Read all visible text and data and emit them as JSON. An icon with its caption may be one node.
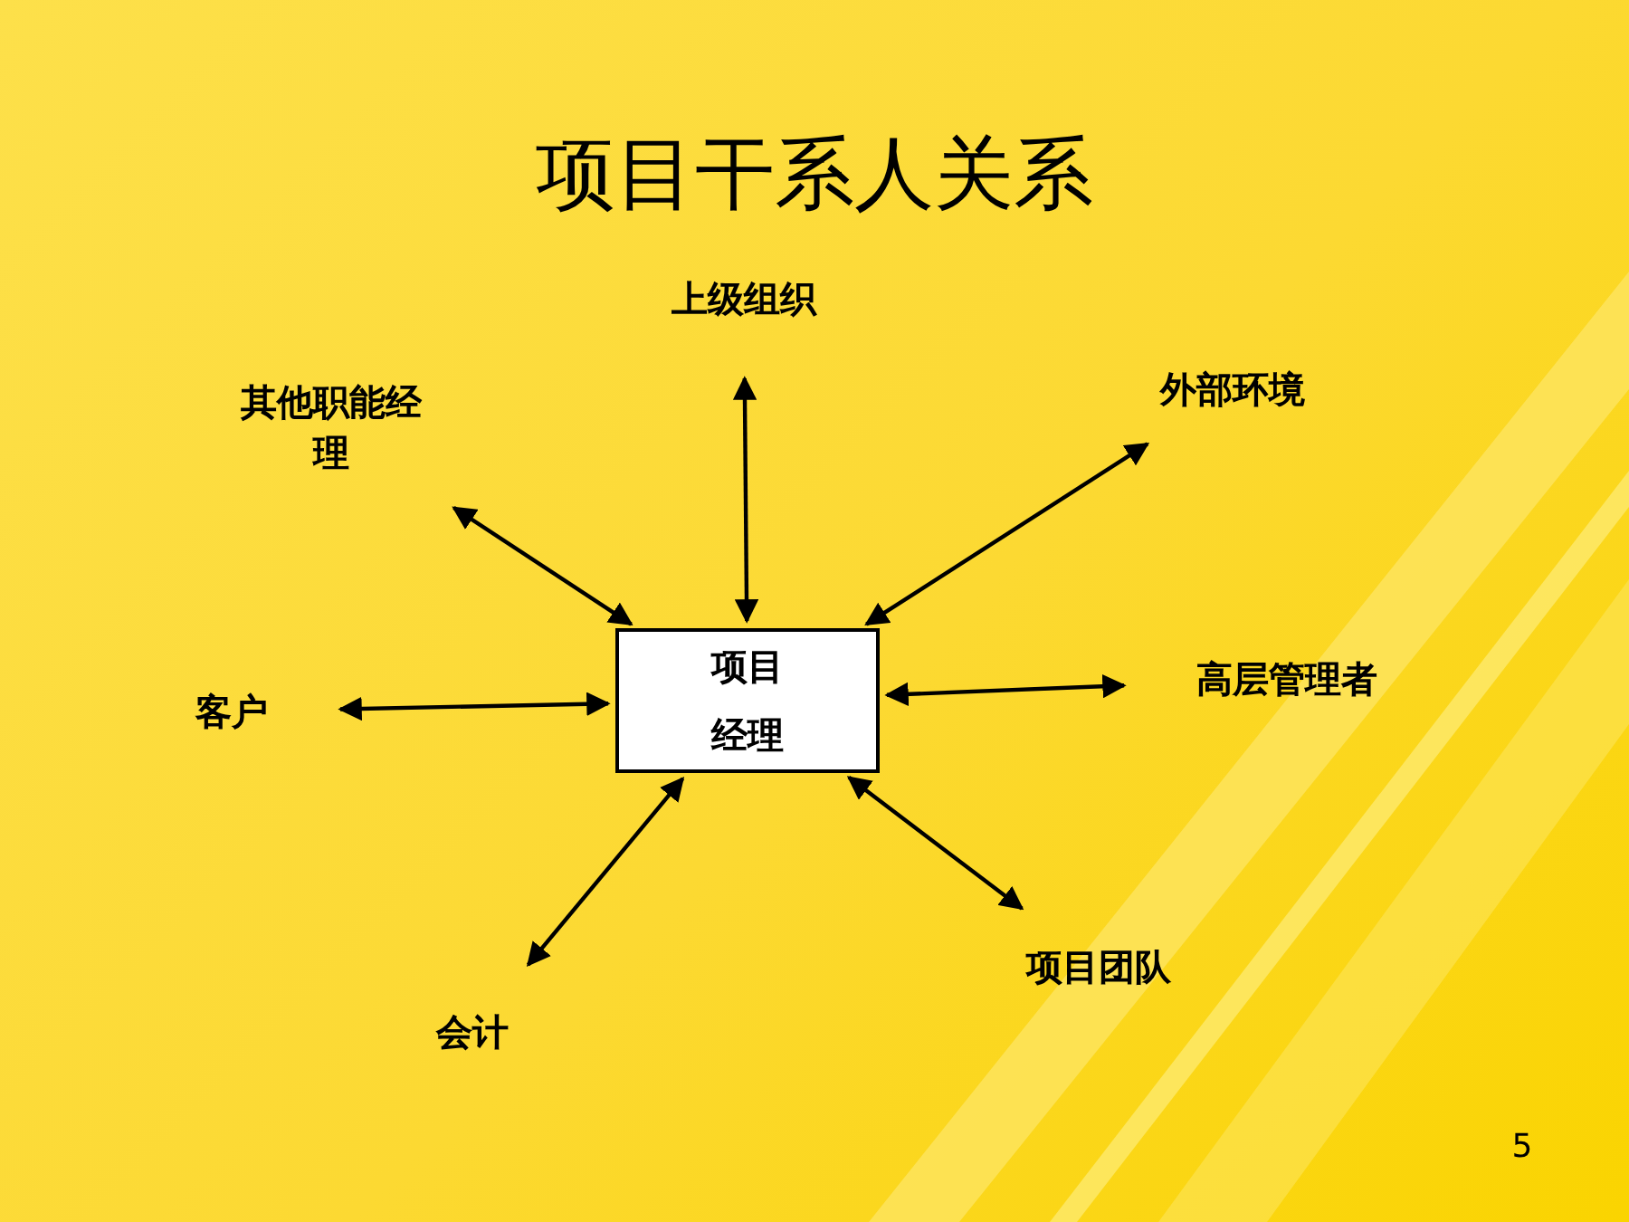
{
  "diagram": {
    "title": "项目干系人关系",
    "nodes": [
      {
        "text": [
          "上级组织"
        ]
      },
      {
        "text": [
          "其他职能经理"
        ]
      },
      {
        "text": [
          "外部环境"
        ]
      },
      {
        "text": [
          "项目经理"
        ]
      },
      {
        "text": [
          "客户"
        ]
      },
      {
        "text": [
          "高层管理者"
        ]
      },
      {
        "text": [
          "会计"
        ]
      },
      {
        "text": [
          "项目团队"
        ]
      }
    ],
    "edges": [
      {
        "from": 3,
        "to": 0,
        "arrow": "both"
      },
      {
        "from": 3,
        "to": 1,
        "arrow": "both"
      },
      {
        "from": 3,
        "to": 2,
        "arrow": "both"
      },
      {
        "from": 3,
        "to": 4,
        "arrow": "both"
      },
      {
        "from": 3,
        "to": 5,
        "arrow": "both"
      },
      {
        "from": 3,
        "to": 6,
        "arrow": "both"
      },
      {
        "from": 3,
        "to": 7,
        "arrow": "both"
      }
    ],
    "labels": [
      "5"
    ]
  }
}
